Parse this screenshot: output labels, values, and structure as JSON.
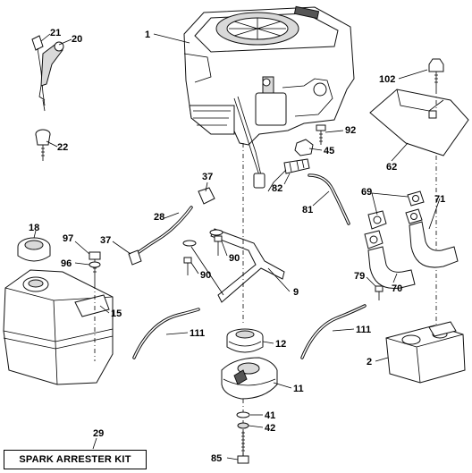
{
  "callouts": {
    "c1": "1",
    "c21": "21",
    "c20": "20",
    "c22": "22",
    "c102": "102",
    "c92": "92",
    "c45": "45",
    "c62": "62",
    "c37a": "37",
    "c82": "82",
    "c81": "81",
    "c69": "69",
    "c71": "71",
    "c28": "28",
    "c18": "18",
    "c97": "97",
    "c37b": "37",
    "c90a": "90",
    "c90b": "90",
    "c96": "96",
    "c79": "79",
    "c70": "70",
    "c9": "9",
    "c15": "15",
    "c111a": "111",
    "c111b": "111",
    "c12": "12",
    "c2": "2",
    "c11": "11",
    "c41": "41",
    "c42": "42",
    "c29": "29",
    "c85": "85"
  },
  "kit_box": {
    "label": "SPARK ARRESTER KIT"
  }
}
